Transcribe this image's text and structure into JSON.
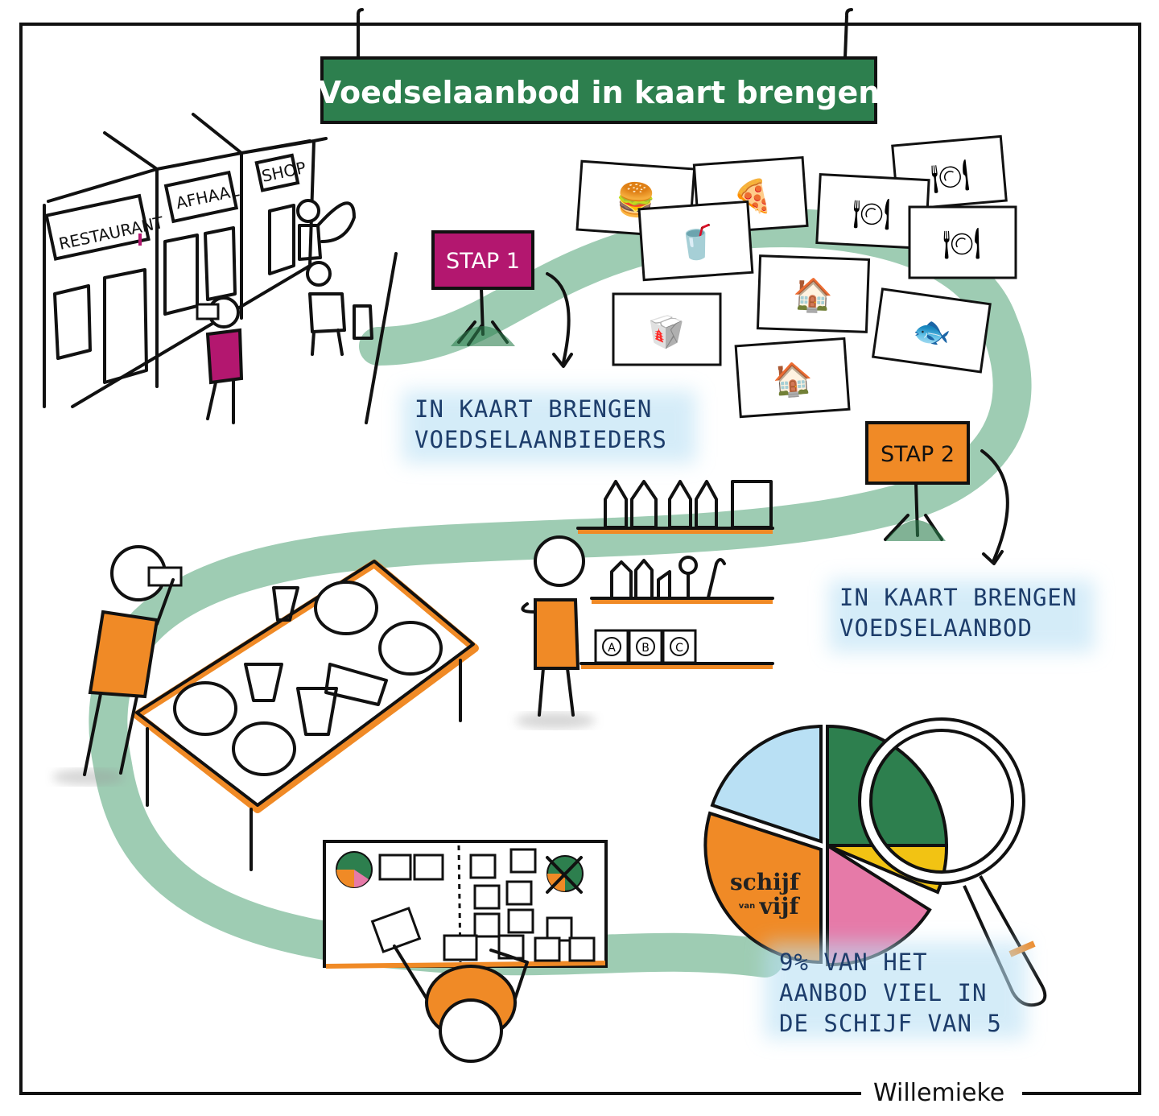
{
  "title": "Voedselaanbod in kaart brengen",
  "shops": {
    "restaurant": "RESTAURANT",
    "afhaal": "AFHAAL",
    "shop": "SHOP"
  },
  "step1": {
    "label": "STAP 1",
    "caption_line1": "IN KAART BRENGEN",
    "caption_line2": "VOEDSELAANBIEDERS"
  },
  "step2": {
    "label": "STAP 2",
    "caption_line1": "IN KAART BRENGEN",
    "caption_line2": "VOEDSELAANBOD"
  },
  "result": {
    "line1": "9% VAN HET",
    "line2": "AANBOD VIEL IN",
    "line3": "DE SCHIJF VAN 5"
  },
  "pie_logo": {
    "line1": "schijf",
    "small": "van",
    "line2": "vijf"
  },
  "snacks": [
    "A",
    "B",
    "C"
  ],
  "signature": "Willemieke",
  "colors": {
    "green": "#2d7f4e",
    "magenta": "#b3176f",
    "orange": "#f08a26",
    "path": "#93c6ab",
    "navy": "#1d3d6b",
    "lightblue": "#b9e0f4",
    "pink": "#e67aa8",
    "yellow": "#f2c313"
  }
}
